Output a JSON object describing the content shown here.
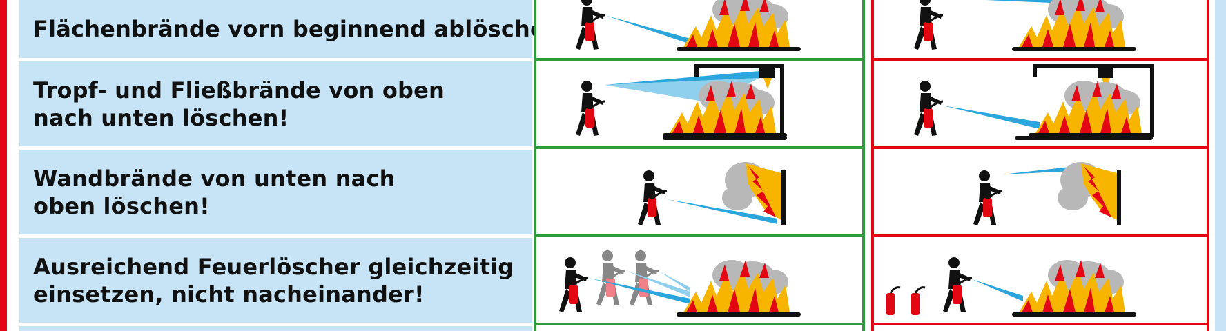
{
  "colors": {
    "correct": "#2e9b3d",
    "wrong": "#e30613",
    "label_bg": "#c6e4f6",
    "flame_red": "#e30613",
    "flame_yellow": "#f7b500",
    "spray": "#2aa6dd",
    "smoke": "#b8b8b8"
  },
  "rows": [
    {
      "lines": [
        "Flächenbrände vorn beginnend ablöschen!"
      ]
    },
    {
      "lines": [
        "Tropf- und Fließbrände von oben",
        "nach unten löschen!"
      ]
    },
    {
      "lines": [
        "Wandbrände von unten nach",
        "oben löschen!"
      ]
    },
    {
      "lines": [
        "Ausreichend Feuerlöscher gleichzeitig",
        "einsetzen, nicht nacheinander!"
      ]
    }
  ],
  "icons": {
    "figure": "person-with-extinguisher-icon",
    "fire": "fire-icon",
    "smoke": "smoke-cloud-icon",
    "spray": "extinguisher-spray-icon"
  }
}
